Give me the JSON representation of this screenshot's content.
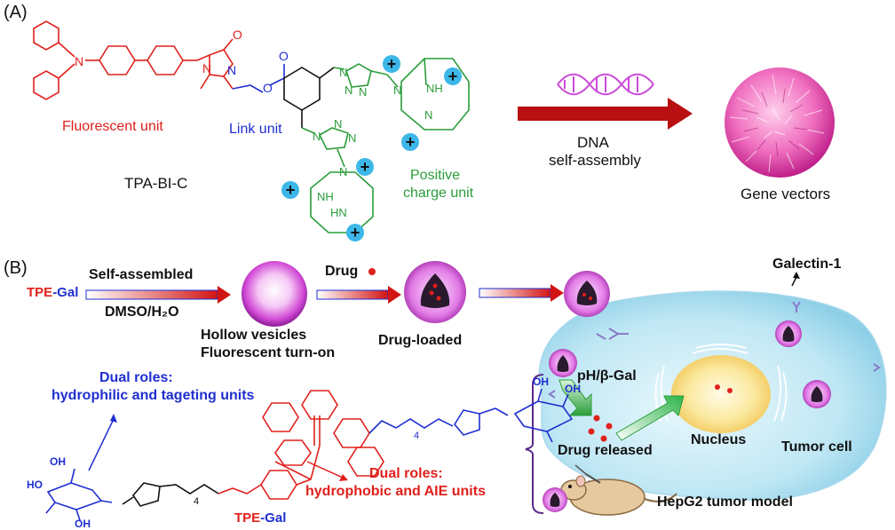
{
  "panelA": {
    "label": "(A)",
    "fluorescent_unit": "Fluorescent unit",
    "link_unit": "Link unit",
    "positive_unit_line1": "Positive",
    "positive_unit_line2": "charge unit",
    "compound": "TPA-BI-C",
    "arrow_line1": "DNA",
    "arrow_line2": "self-assembly",
    "product": "Gene vectors",
    "atoms": {
      "N": "N",
      "O": "O",
      "NH": "NH",
      "HN": "HN",
      "plus": "+"
    }
  },
  "panelB": {
    "label": "(B)",
    "tpe": "TPE",
    "gal": "-Gal",
    "self_assembled": "Self-assembled",
    "solvent": "DMSO/H₂O",
    "drug": "Drug",
    "hollow1": "Hollow vesicles",
    "hollow2": "Fluorescent turn-on",
    "drug_loaded": "Drug-loaded",
    "galectin": "Galectin-1",
    "dual_blue1": "Dual roles:",
    "dual_blue2": "hydrophilic and tageting units",
    "dual_red1": "Dual roles:",
    "dual_red2": "hydrophobic and AIE units",
    "ph_gal": "pH/β-Gal",
    "nucleus": "Nucleus",
    "drug_released": "Drug released",
    "tumor_cell": "Tumor cell",
    "hepg2": "HepG2 tumor model",
    "tpe_gal_caption_tpe": "TPE",
    "tpe_gal_caption_gal": "-Gal",
    "chain_index": "4",
    "oh": "OH",
    "ho": "HO"
  },
  "colors": {
    "red": "#e0201b",
    "blue": "#1f2fd0",
    "green": "#2a9d3a",
    "arrow_dark_red": "#b80f12",
    "vesicle_pink": "#e040e0",
    "cell_blue": "#c9ecf7",
    "nucleus_yellow": "#f7e27a"
  }
}
